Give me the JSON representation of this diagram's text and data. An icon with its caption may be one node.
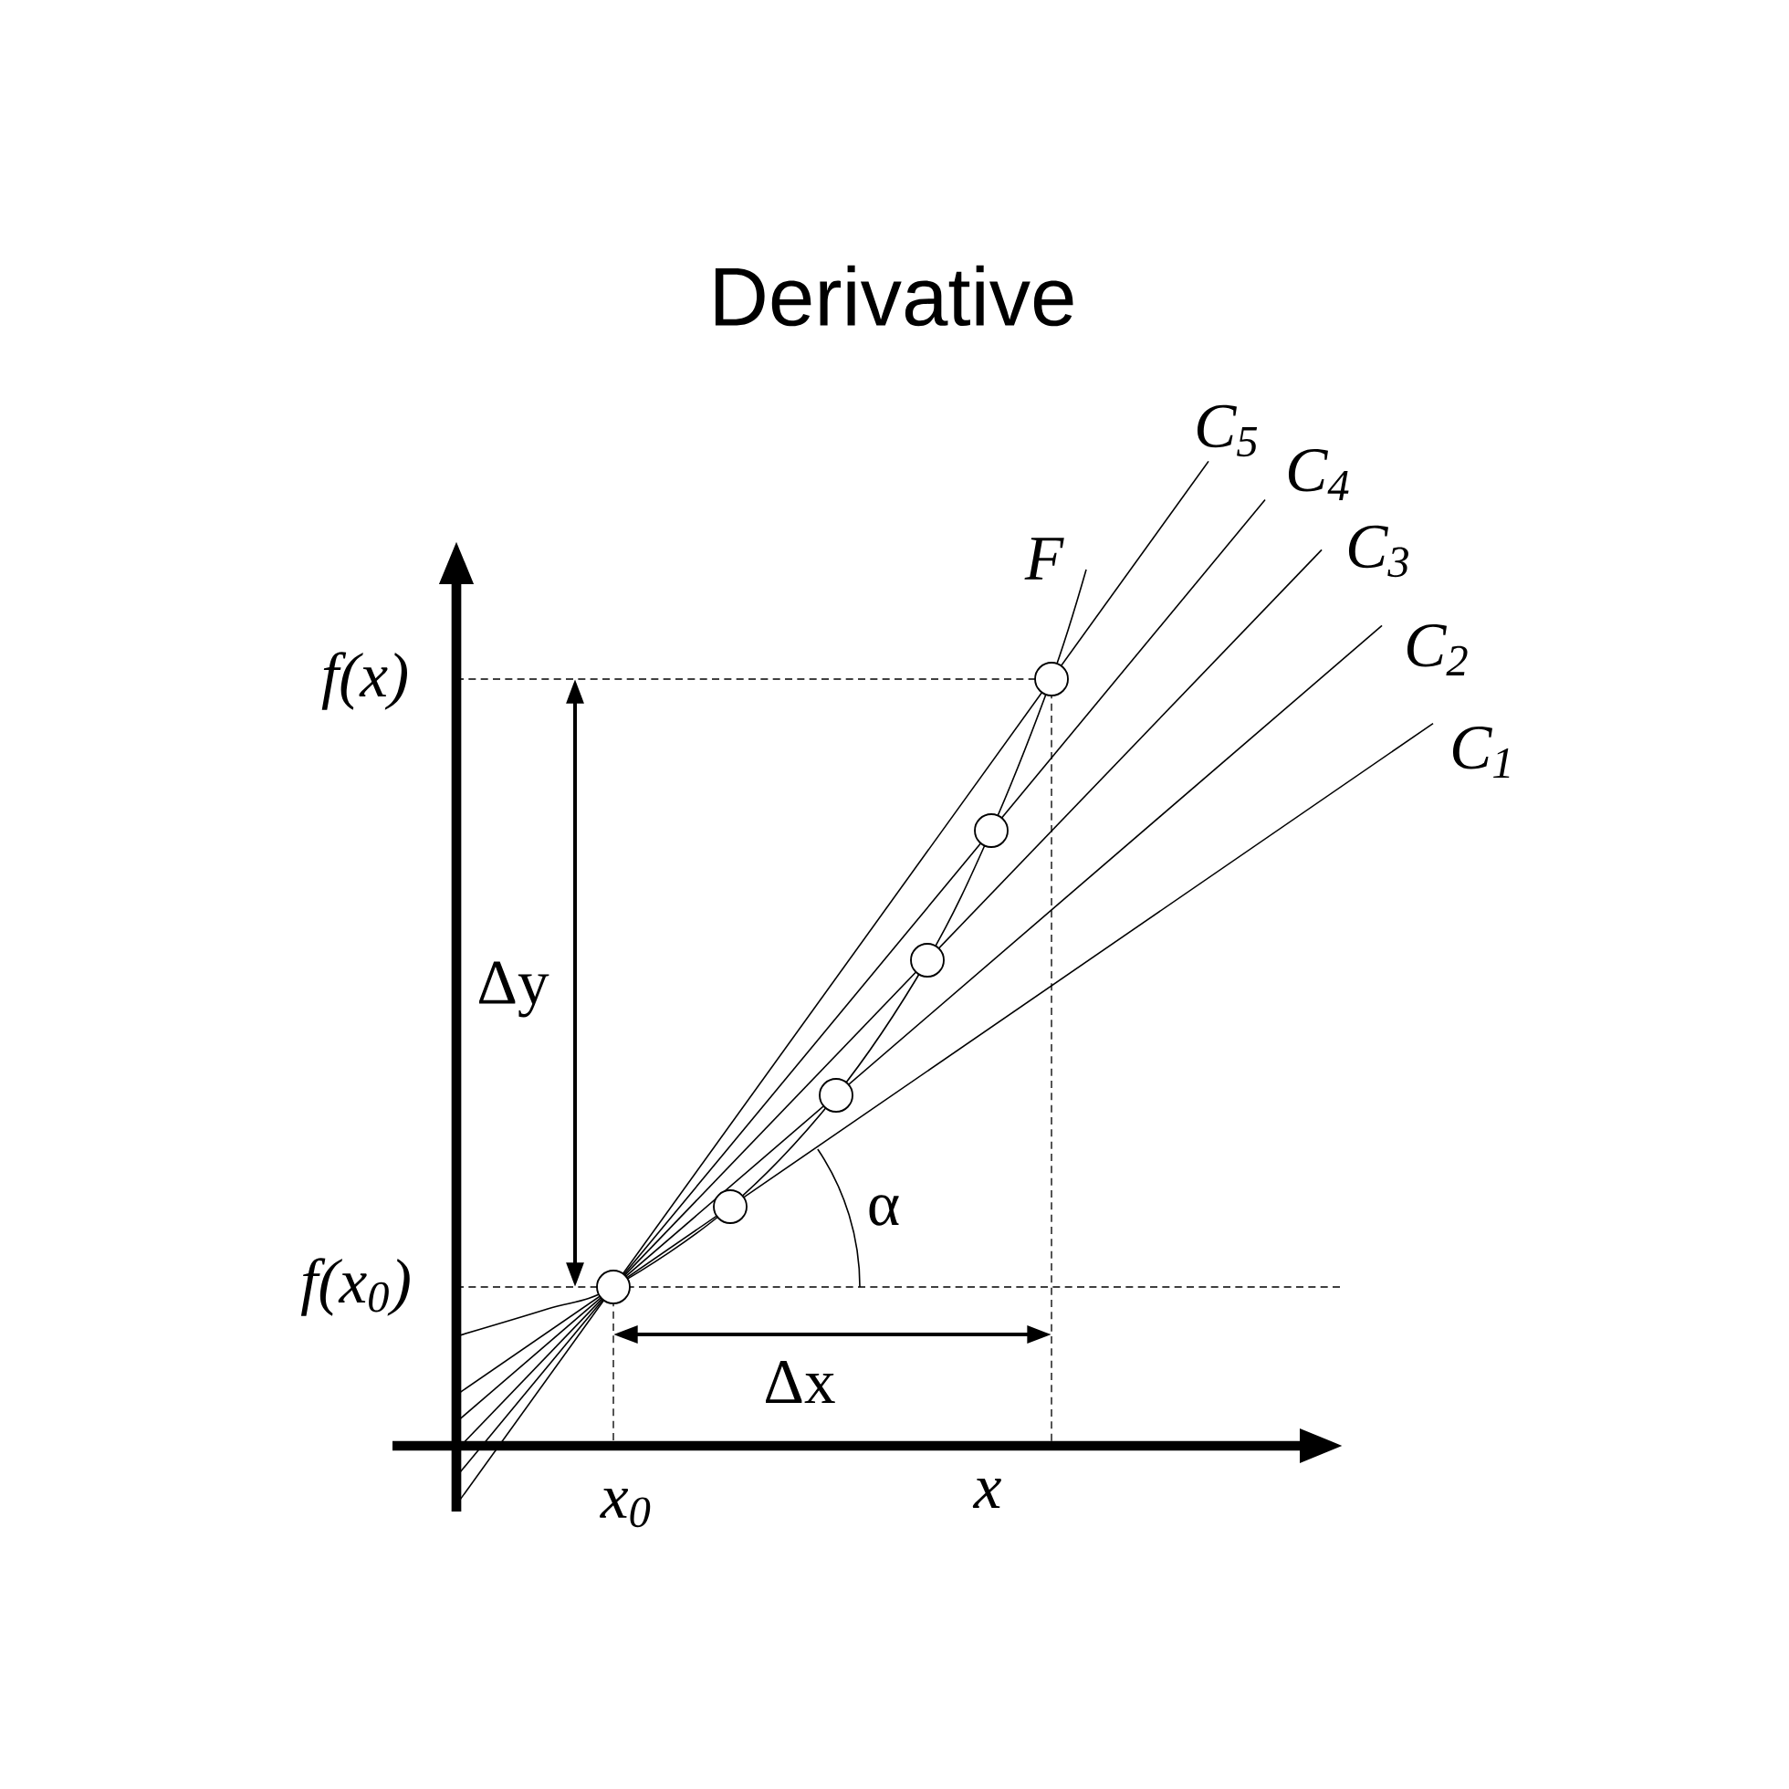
{
  "diagram": {
    "title": "Derivative",
    "labels": [
      "C$_{5}$",
      "C$_{4}$",
      "F",
      "C$_{3}$",
      "C$_{2}$",
      "f(x)",
      "C$_{1}$",
      "Δy",
      "α",
      "f(x$_{0}$)",
      "Δx",
      "x$_{0}$",
      "x"
    ]
  }
}
